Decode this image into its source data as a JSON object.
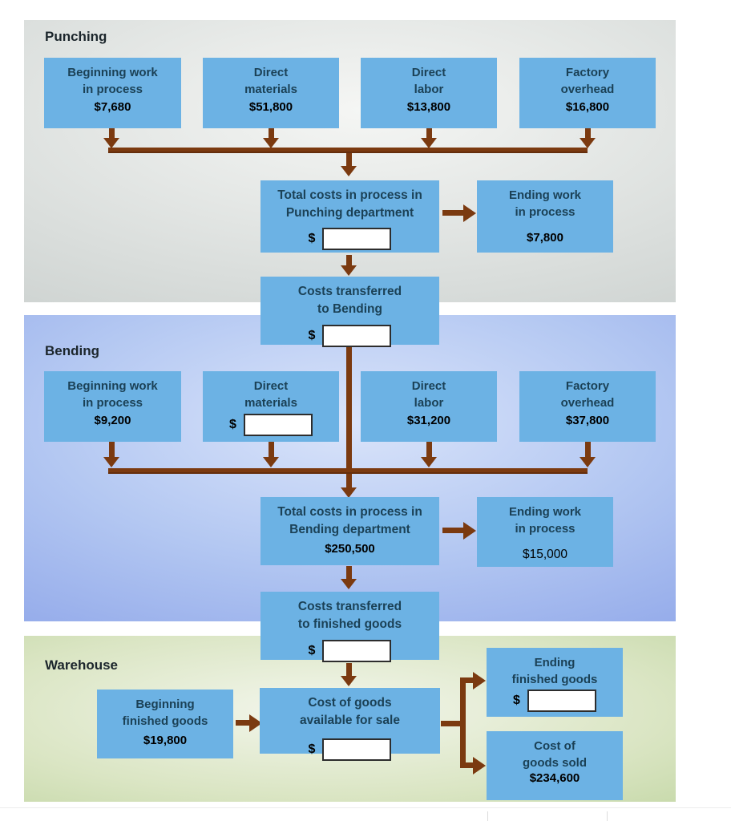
{
  "colors": {
    "box_fill": "#6cb2e4",
    "connector_brown": "#7b3a10",
    "title_text": "#1b4156",
    "value_text": "#000000",
    "punching_bg": "#dfe3e1",
    "bending_bg": "#a9c0f0",
    "warehouse_bg": "#cfdfb4",
    "input_border": "#2d2d2d"
  },
  "sections": {
    "punching": {
      "label": "Punching",
      "sources": [
        {
          "lines": [
            "Beginning work",
            "in process"
          ],
          "value": "$7,680"
        },
        {
          "lines": [
            "Direct",
            "materials"
          ],
          "value": "$51,800"
        },
        {
          "lines": [
            "Direct",
            "labor"
          ],
          "value": "$13,800"
        },
        {
          "lines": [
            "Factory",
            "overhead"
          ],
          "value": "$16,800"
        }
      ],
      "total": {
        "lines": [
          "Total costs in process in",
          "Punching department"
        ],
        "currency": "$",
        "input_value": ""
      },
      "ending": {
        "lines": [
          "Ending work",
          "in process"
        ],
        "value": "$7,800"
      },
      "transfer": {
        "lines": [
          "Costs transferred",
          "to Bending"
        ],
        "currency": "$",
        "input_value": ""
      }
    },
    "bending": {
      "label": "Bending",
      "sources": [
        {
          "lines": [
            "Beginning work",
            "in process"
          ],
          "value": "$9,200"
        },
        {
          "lines": [
            "Direct",
            "materials"
          ],
          "currency": "$",
          "input_value": ""
        },
        {
          "lines": [
            "Direct",
            "labor"
          ],
          "value": "$31,200"
        },
        {
          "lines": [
            "Factory",
            "overhead"
          ],
          "value": "$37,800"
        }
      ],
      "total": {
        "lines": [
          "Total costs in process in",
          "Bending department"
        ],
        "value": "$250,500"
      },
      "ending": {
        "lines": [
          "Ending work",
          "in process"
        ],
        "value": "$15,000"
      },
      "transfer": {
        "lines": [
          "Costs transferred",
          "to finished goods"
        ],
        "currency": "$",
        "input_value": ""
      }
    },
    "warehouse": {
      "label": "Warehouse",
      "beginning": {
        "lines": [
          "Beginning",
          "finished goods"
        ],
        "value": "$19,800"
      },
      "available": {
        "lines": [
          "Cost of goods",
          "available for sale"
        ],
        "currency": "$",
        "input_value": ""
      },
      "ending_finished": {
        "lines": [
          "Ending",
          "finished goods"
        ],
        "currency": "$",
        "input_value": ""
      },
      "cogs": {
        "lines": [
          "Cost of",
          "goods sold"
        ],
        "value": "$234,600"
      }
    }
  }
}
